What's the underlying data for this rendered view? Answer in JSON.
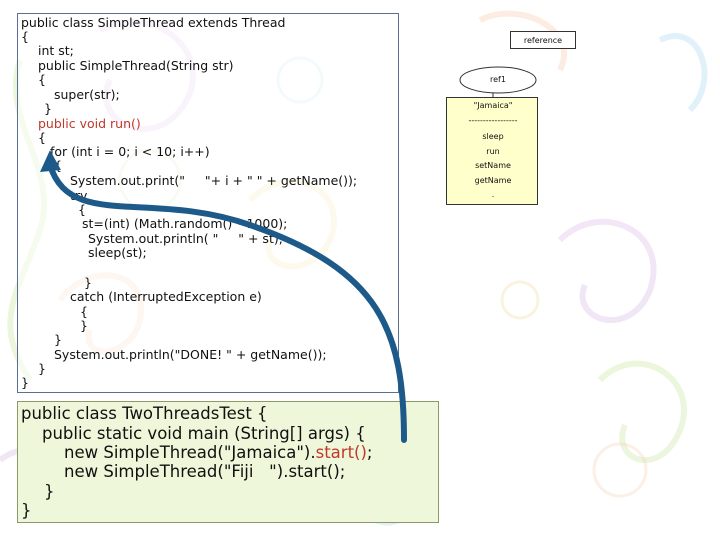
{
  "code_box": {
    "lines": [
      "public class SimpleThread extends Thread",
      "{",
      "int st;",
      "public SimpleThread(String str)",
      "{",
      "super(str);",
      "}",
      "public void run()",
      "{",
      "for (int i = 0; i < 10; i++)",
      "{",
      "System.out.print(\"     \"+ i + \" \" + getName());",
      "try",
      "{",
      "st=(int) (Math.random() * 1000);",
      "System.out.println( \"     \" + st);",
      "sleep(st);",
      "}",
      "catch (InterruptedException e)",
      "{",
      "}",
      "}",
      "System.out.println(\"DONE! \" + getName());",
      "}",
      "}"
    ]
  },
  "main_box": {
    "line1": "public class TwoThreadsTest {",
    "line2": "public static void main (String[] args) {",
    "line3_pre": "new SimpleThread(\"Jamaica\").",
    "line3_call": "start()",
    "line3_post": ";",
    "line4": "new SimpleThread(\"Fiji   \").start();",
    "line5": "}",
    "line6": "}"
  },
  "diagram": {
    "reference_label": "reference",
    "ref_label": "ref1",
    "object_name": "\"Jamaica\"",
    "separator": "-----------------",
    "methods": [
      "sleep",
      "run",
      "setName",
      "getName",
      "."
    ]
  },
  "colors": {
    "highlight": "#c0392b",
    "arrow": "#1d5a8a",
    "panel": "#ffffcc",
    "main_bg": "#eef7d9"
  }
}
